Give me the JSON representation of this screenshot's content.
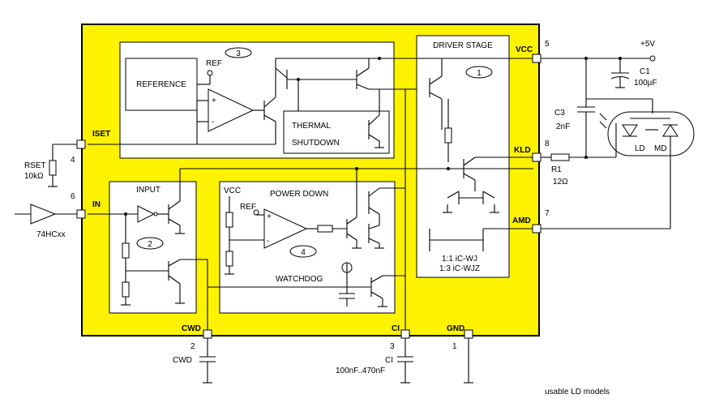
{
  "colors": {
    "chip": "#fdf300",
    "line": "#000000",
    "box": "#ffffff"
  },
  "blocks": {
    "reference": "REFERENCE",
    "ref": "REF",
    "thermal_1": "THERMAL",
    "thermal_2": "SHUTDOWN",
    "driver_stage": "DRIVER STAGE",
    "input": "INPUT",
    "power_down": "POWER DOWN",
    "vcc_small": "VCC",
    "ref_small": "REF",
    "watchdog": "WATCHDOG",
    "ratio_1": "1:1 iC-WJ",
    "ratio_2": "1:3 iC-WJZ"
  },
  "block_numbers": {
    "b1": "1",
    "b2": "2",
    "b3": "3",
    "b4": "4"
  },
  "pins": {
    "vcc": {
      "label": "VCC",
      "num": "5"
    },
    "iset": {
      "label": "ISET",
      "num": "4"
    },
    "in": {
      "label": "IN",
      "num": "6"
    },
    "kld": {
      "label": "KLD",
      "num": "8"
    },
    "amd": {
      "label": "AMD",
      "num": "7"
    },
    "cwd": {
      "label": "CWD",
      "num": "2"
    },
    "ci": {
      "label": "CI",
      "num": "3"
    },
    "gnd": {
      "label": "GND",
      "num": "1"
    }
  },
  "external": {
    "supply": "+5V",
    "c1_name": "C1",
    "c1_value": "100µF",
    "c3_name": "C3",
    "c3_value": "2nF",
    "r1_name": "R1",
    "r1_value": "12Ω",
    "rset_name": "RSET",
    "rset_value": "10kΩ",
    "gate": "74HCxx",
    "cwd_cap": "CWD",
    "ci_cap_name": "CI",
    "ci_cap_value": "100nF..470nF",
    "ld": "LD",
    "md": "MD",
    "footer": "usable LD models"
  }
}
